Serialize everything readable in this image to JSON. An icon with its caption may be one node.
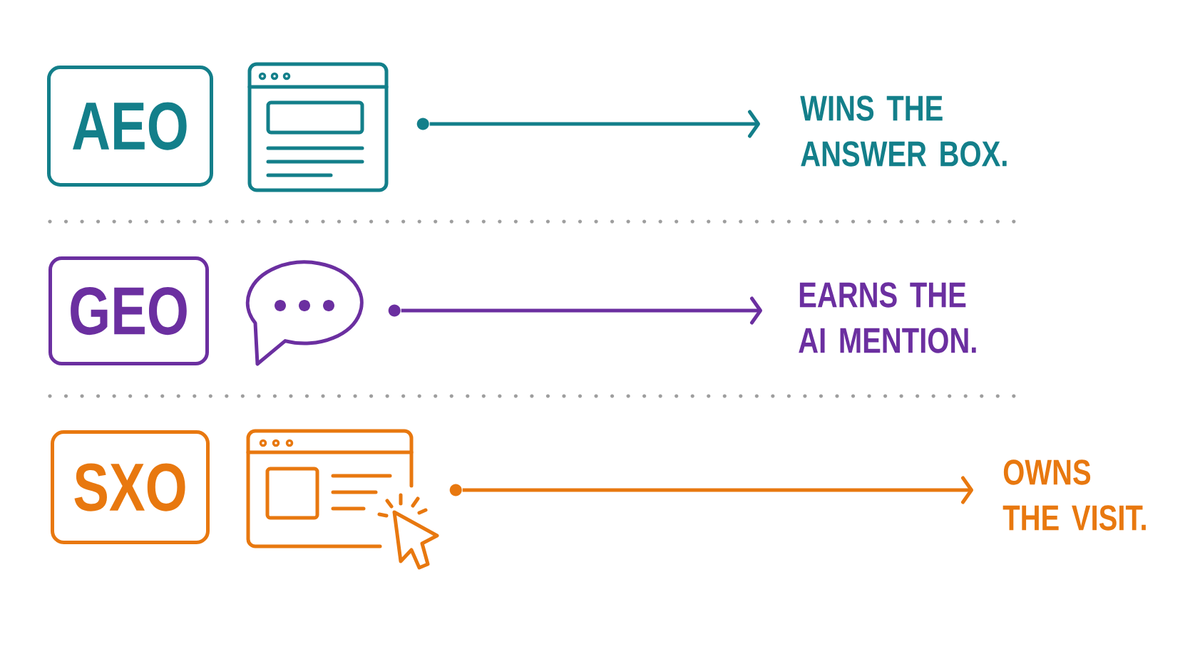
{
  "diagram": {
    "nodes": [
      {
        "text": [
          "AEO"
        ]
      },
      {
        "text": [],
        "shape": "picture"
      },
      {
        "text": [
          "WINS THE ANSWER BOX."
        ]
      },
      {
        "text": [
          "GEO"
        ]
      },
      {
        "text": [],
        "shape": "picture"
      },
      {
        "text": [
          "EARNS THE AI MENTION."
        ]
      },
      {
        "text": [
          "SXO"
        ]
      },
      {
        "text": [],
        "shape": "picture"
      },
      {
        "text": [
          "OWNS THE VISIT."
        ]
      }
    ],
    "edges": [
      {
        "from": 1,
        "to": 2,
        "arrow": "to",
        "color": "#137f8a"
      },
      {
        "from": 4,
        "to": 5,
        "arrow": "to",
        "color": "#6b2fa0"
      },
      {
        "from": 7,
        "to": 8,
        "arrow": "to",
        "color": "#e8780f"
      }
    ]
  }
}
